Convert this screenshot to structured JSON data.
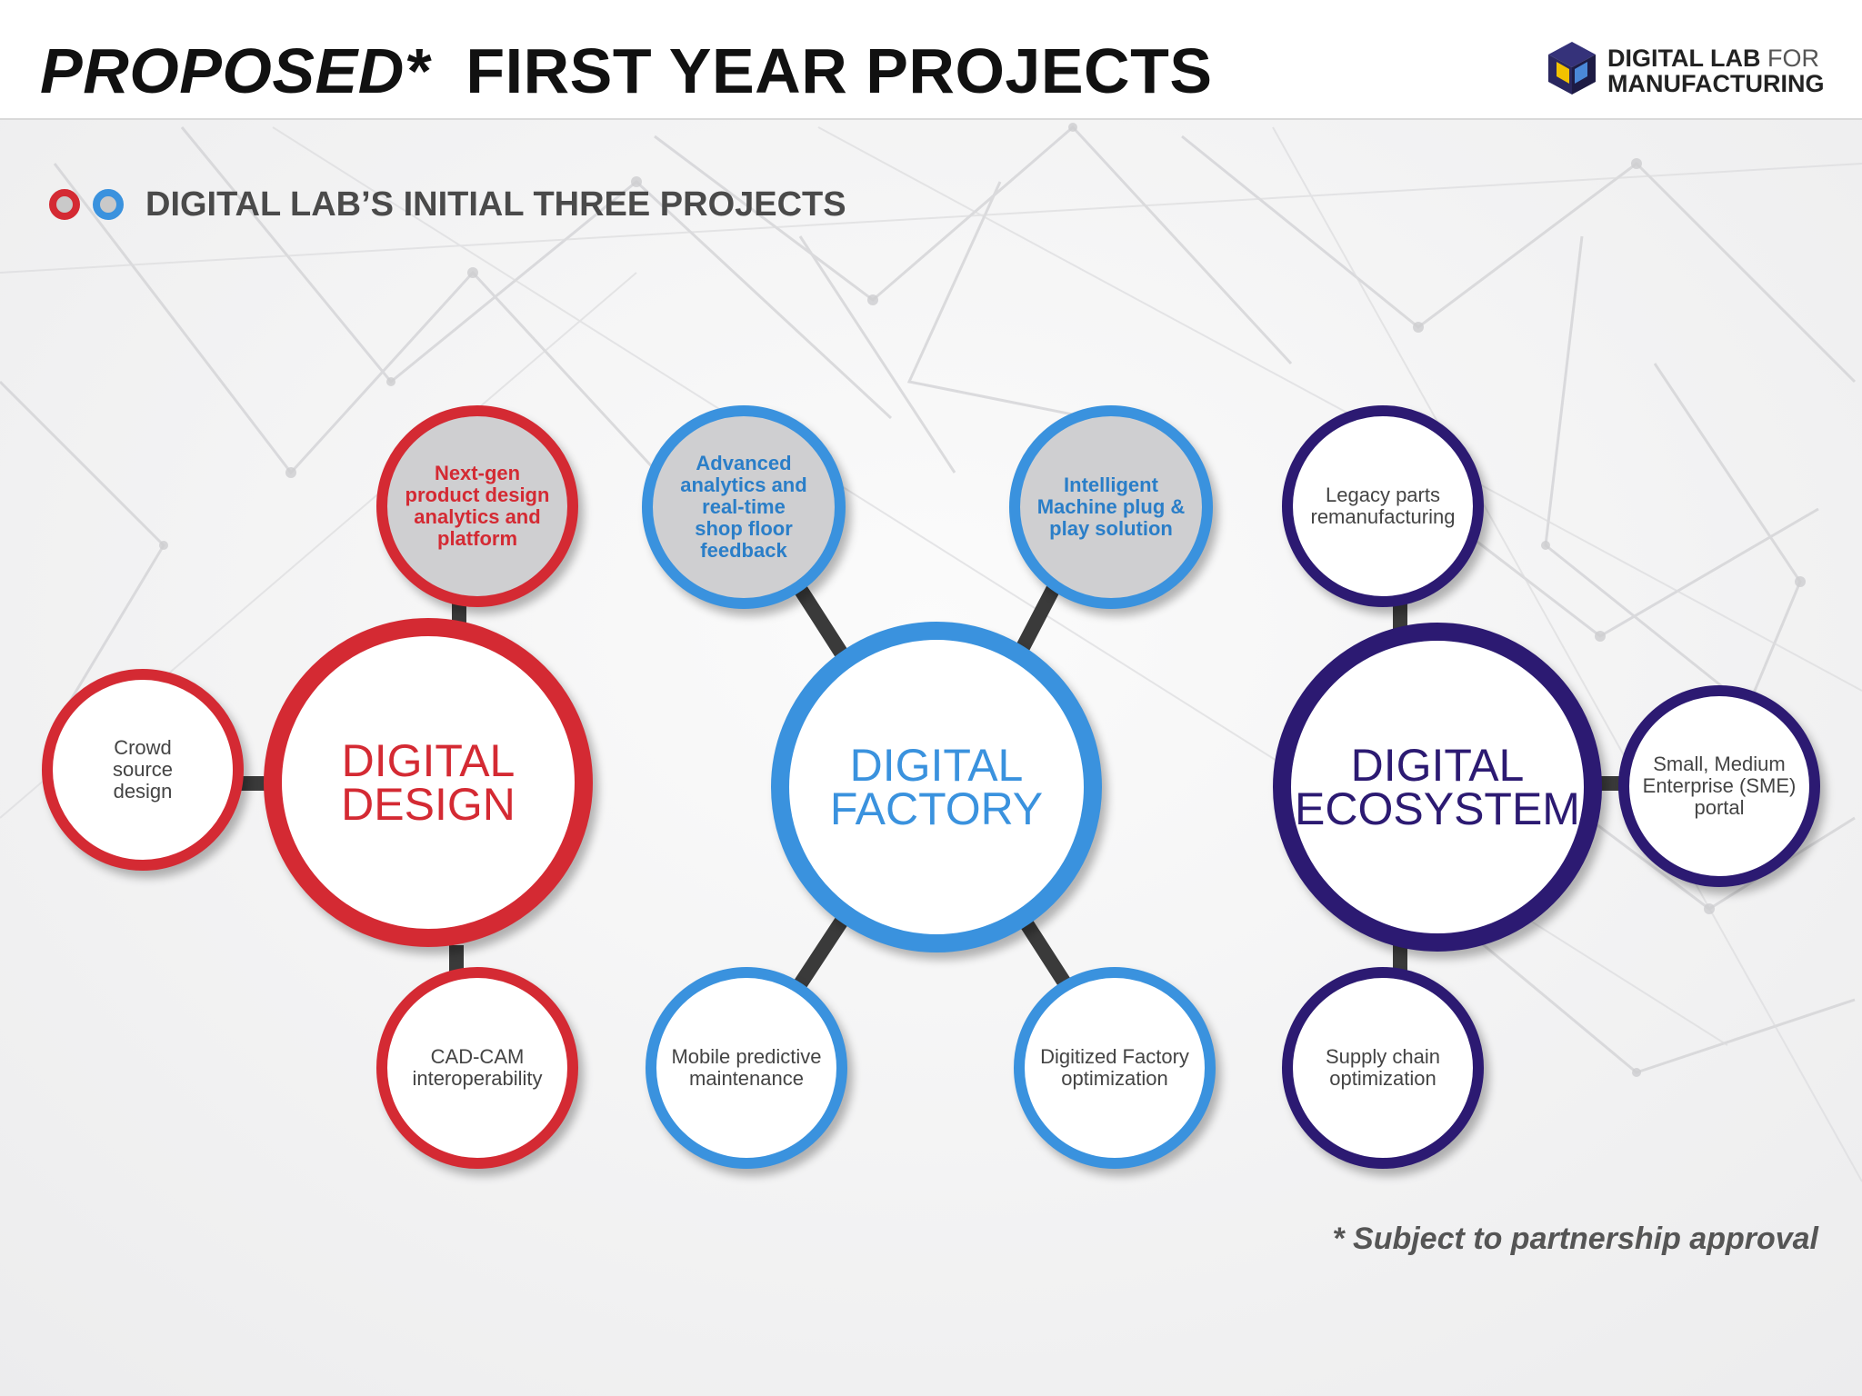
{
  "header": {
    "title_prefix": "PROPOSED*",
    "title_main": "FIRST YEAR PROJECTS",
    "logo_line1": "DIGITAL LAB",
    "logo_line1_light": "FOR",
    "logo_line2": "MANUFACTURING"
  },
  "subtitle": "DIGITAL LAB’S INITIAL THREE PROJECTS",
  "colors": {
    "red": "#d42a33",
    "blue": "#3a92de",
    "navy": "#2c1a72",
    "connector": "#3a3a3a"
  },
  "clusters": {
    "design": {
      "hub_line1": "DIGITAL",
      "hub_line2": "DESIGN",
      "top": "Next-gen product design analytics and platform",
      "left": "Crowd source design",
      "bottom": "CAD-CAM interoperability"
    },
    "factory": {
      "hub_line1": "DIGITAL",
      "hub_line2": "FACTORY",
      "top_left": "Advanced analytics and real-time shop floor feedback",
      "top_right": "Intelligent Machine plug & play solution",
      "bottom_left": "Mobile predictive maintenance",
      "bottom_right": "Digitized Factory optimization"
    },
    "ecosystem": {
      "hub_line1": "DIGITAL",
      "hub_line2": "ECOSYSTEM",
      "top": "Legacy parts remanufacturing",
      "right": "Small, Medium Enterprise (SME) portal",
      "bottom": "Supply chain optimization"
    }
  },
  "footnote": "* Subject to partnership approval"
}
